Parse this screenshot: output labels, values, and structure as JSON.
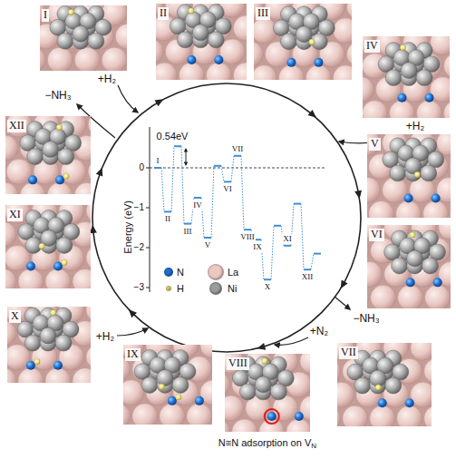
{
  "diagram": {
    "nodes": [
      {
        "text": [
          "I"
        ]
      },
      {
        "text": [
          "II"
        ]
      },
      {
        "text": [
          "III"
        ]
      },
      {
        "text": [
          "IV"
        ]
      },
      {
        "text": [
          "V"
        ]
      },
      {
        "text": [
          "VI"
        ]
      },
      {
        "text": [
          "VII"
        ]
      },
      {
        "text": [
          "VIII"
        ]
      },
      {
        "text": [
          "IX"
        ]
      },
      {
        "text": [
          "X"
        ]
      },
      {
        "text": [
          "XI"
        ]
      },
      {
        "text": [
          "XII"
        ]
      }
    ],
    "labels": [
      "+H₂",
      "+H₂",
      "−NH₃",
      "+N₂",
      "+H₂",
      "−NH₃",
      "0.54eV",
      "Energy (eV)",
      "0",
      "−1",
      "−2",
      "−3",
      "I",
      "II",
      "III",
      "IV",
      "V",
      "VI",
      "VII",
      "VIII",
      "IX",
      "X",
      "XI",
      "XII",
      "N≡N adsorption on V",
      "N"
    ],
    "legend": [
      {
        "text": "N",
        "color": "#1f6fd0"
      },
      {
        "text": "La",
        "color": "#ecc8c3"
      },
      {
        "text": "H",
        "color": "#efe07a"
      },
      {
        "text": "Ni",
        "color": "#9b9b9b"
      }
    ]
  }
}
